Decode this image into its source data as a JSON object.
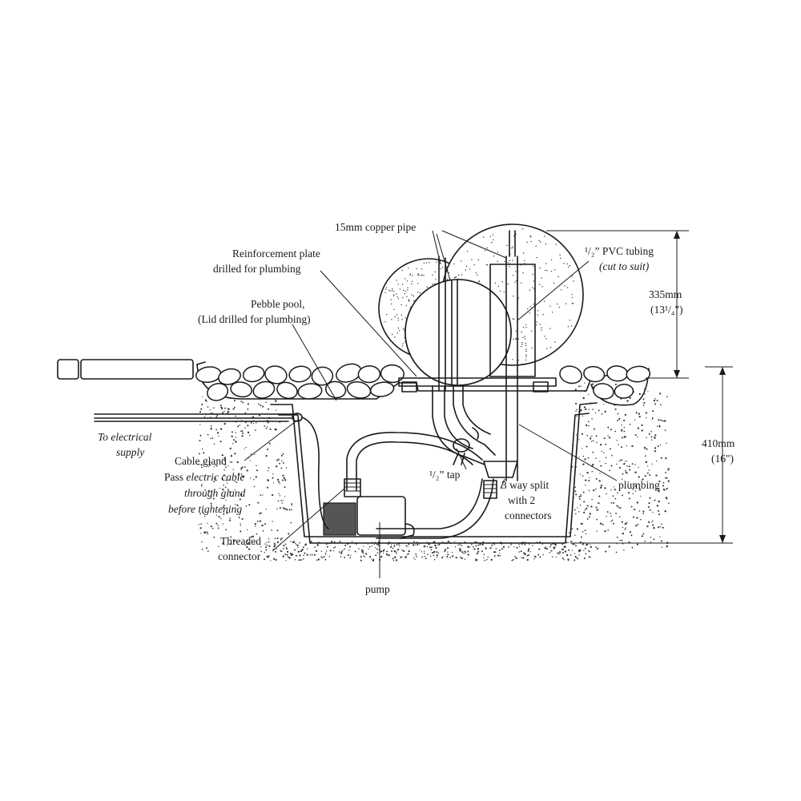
{
  "labels": {
    "copper_pipe": "15mm copper pipe",
    "reinforcement_1": "Reinforcement plate",
    "reinforcement_2": "drilled for plumbing",
    "pvc_1": "¹/₂” PVC tubing",
    "pvc_2": "(cut to suit)",
    "pebble_1": "Pebble pool,",
    "pebble_2": "(Lid drilled for plumbing)",
    "electrical_1": "To electrical",
    "electrical_2": "supply",
    "gland_1": "Cable gland -",
    "gland_2a": "Pass ",
    "gland_2b": "electric cable",
    "gland_3": "through gland",
    "gland_4": "before tightening",
    "threaded_1": "Threaded",
    "threaded_2": "connector",
    "pump": "pump",
    "tap": "¹/₂” tap",
    "split_1": "3 way split",
    "split_2": "with 2",
    "split_3": "connectors",
    "plumbing": "plumbing"
  },
  "dimensions": {
    "sphere_height": "335mm",
    "sphere_height_in": "(13¹/₄\")",
    "pool_depth": "410mm",
    "pool_depth_in": "(16\")"
  },
  "colors": {
    "ink": "#1a1a1a",
    "paper": "#ffffff"
  }
}
